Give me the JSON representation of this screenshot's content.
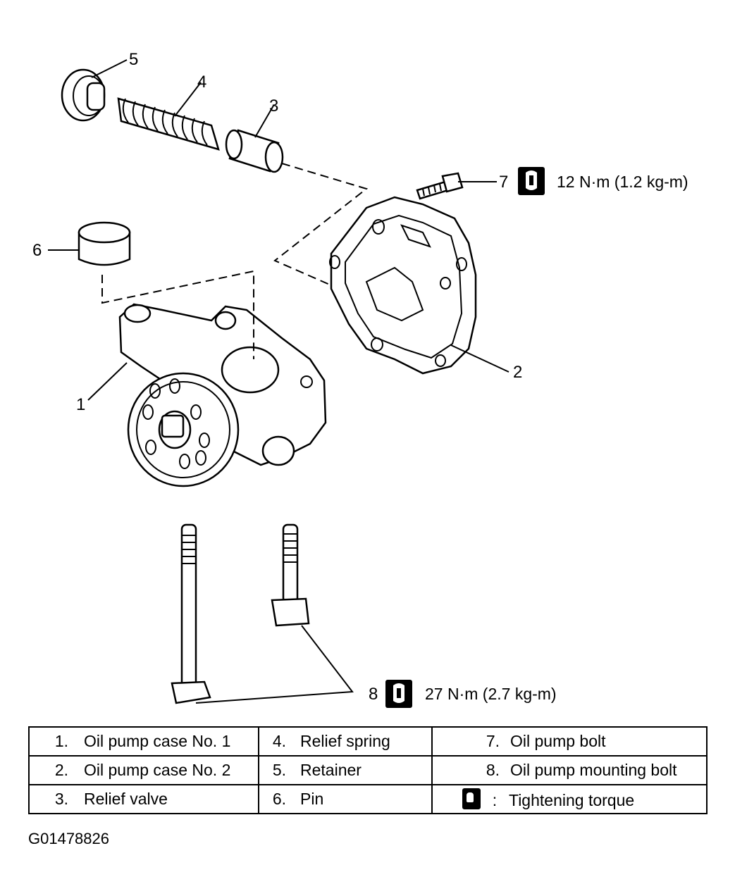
{
  "callouts": [
    "1",
    "2",
    "3",
    "4",
    "5",
    "6",
    "7",
    "8"
  ],
  "torque": {
    "bolt7": "12 N·m (1.2 kg-m)",
    "bolt8": "27 N·m (2.7 kg-m)"
  },
  "legend": {
    "rows": [
      [
        {
          "num": "1.",
          "label": "Oil pump case No. 1"
        },
        {
          "num": "4.",
          "label": "Relief spring"
        },
        {
          "num": "7.",
          "label": "Oil pump bolt"
        }
      ],
      [
        {
          "num": "2.",
          "label": "Oil pump case No. 2"
        },
        {
          "num": "5.",
          "label": "Retainer"
        },
        {
          "num": "8.",
          "label": "Oil pump mounting bolt"
        }
      ],
      [
        {
          "num": "3.",
          "label": "Relief valve"
        },
        {
          "num": "6.",
          "label": "Pin"
        },
        {
          "num": ":",
          "label": "Tightening torque"
        }
      ]
    ]
  },
  "icons": {
    "torque": "torque-wrench-icon"
  },
  "figure_code": "G01478826"
}
